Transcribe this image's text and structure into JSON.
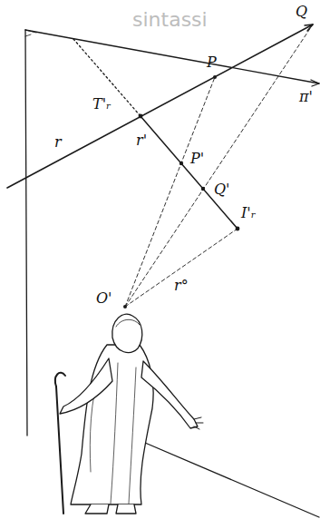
{
  "diagram": {
    "labels": [
      "sintassi",
      "Q",
      "P",
      "T'ᵣ",
      "π'",
      "r",
      "r'",
      "P'",
      "Q'",
      "I'ᵣ",
      "r°",
      "O'"
    ]
  }
}
